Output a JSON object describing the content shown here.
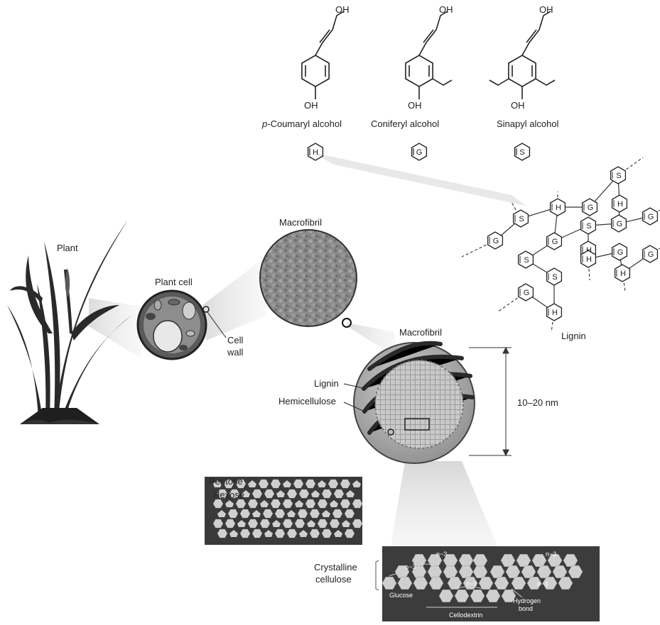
{
  "monomers": [
    {
      "name_prefix": "p",
      "name_suffix": "-Coumaryl alcohol",
      "unit": "H",
      "oh_top": "OH",
      "oh_bottom": "OH"
    },
    {
      "name_prefix": "",
      "name_suffix": "Coniferyl alcohol",
      "unit": "G",
      "oh_top": "OH",
      "oh_bottom": "OH"
    },
    {
      "name_prefix": "",
      "name_suffix": "Sinapyl alcohol",
      "unit": "S",
      "oh_top": "OH",
      "oh_bottom": "OH"
    }
  ],
  "labels": {
    "plant": "Plant",
    "plant_cell": "Plant cell",
    "cell": "Cell",
    "wall": "wall",
    "macrofibril_1": "Macrofibril",
    "macrofibril_2": "Macrofibril",
    "lignin_inner": "Lignin",
    "hemicellulose": "Hemicellulose",
    "dimension": "10–20 nm",
    "lignin_network": "Lignin",
    "pentose": "Pentose",
    "hexose": "Hexose",
    "crystalline": "Crystalline",
    "cellulose": "cellulose",
    "glucose": "Glucose",
    "cellodextrin": "Cellodextrin",
    "hydrogen": "Hydrogen",
    "bond": "bond",
    "n3": "n−3"
  },
  "lignin_units": [
    "S",
    "G",
    "H",
    "S",
    "H",
    "G",
    "S",
    "G",
    "G",
    "H",
    "G",
    "S",
    "H",
    "G",
    "S",
    "H",
    "G",
    "G",
    "H"
  ]
}
